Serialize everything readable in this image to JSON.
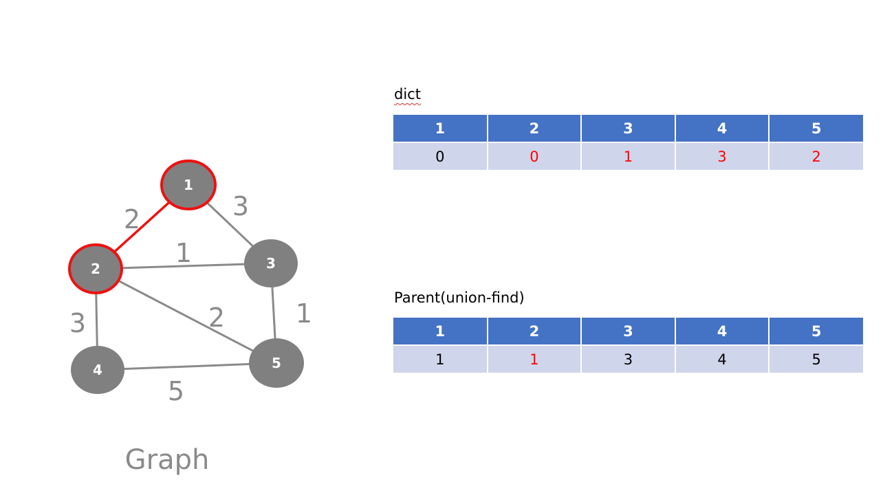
{
  "graph": {
    "caption": "Graph",
    "node_color": "#808080",
    "highlight_color": "#ee1111",
    "nodes": [
      {
        "id": "1",
        "label": "1",
        "highlighted": true
      },
      {
        "id": "2",
        "label": "2",
        "highlighted": true
      },
      {
        "id": "3",
        "label": "3",
        "highlighted": false
      },
      {
        "id": "4",
        "label": "4",
        "highlighted": false
      },
      {
        "id": "5",
        "label": "5",
        "highlighted": false
      }
    ],
    "edges": [
      {
        "from": "1",
        "to": "2",
        "weight": "2",
        "highlighted": true
      },
      {
        "from": "1",
        "to": "3",
        "weight": "3",
        "highlighted": false
      },
      {
        "from": "2",
        "to": "3",
        "weight": "1",
        "highlighted": false
      },
      {
        "from": "2",
        "to": "4",
        "weight": "3",
        "highlighted": false
      },
      {
        "from": "2",
        "to": "5",
        "weight": "2",
        "highlighted": false
      },
      {
        "from": "3",
        "to": "5",
        "weight": "1",
        "highlighted": false
      },
      {
        "from": "4",
        "to": "5",
        "weight": "5",
        "highlighted": false
      }
    ]
  },
  "dict_table": {
    "title": "dict",
    "header_color": "#4472c4",
    "row_color": "#cfd5ea",
    "columns": [
      "1",
      "2",
      "3",
      "4",
      "5"
    ],
    "values": [
      "0",
      "0",
      "1",
      "3",
      "2"
    ],
    "changed": [
      false,
      true,
      true,
      true,
      true
    ]
  },
  "parent_table": {
    "title": "Parent(union-find)",
    "header_color": "#4472c4",
    "row_color": "#cfd5ea",
    "columns": [
      "1",
      "2",
      "3",
      "4",
      "5"
    ],
    "values": [
      "1",
      "1",
      "3",
      "4",
      "5"
    ],
    "changed": [
      false,
      true,
      false,
      false,
      false
    ]
  }
}
